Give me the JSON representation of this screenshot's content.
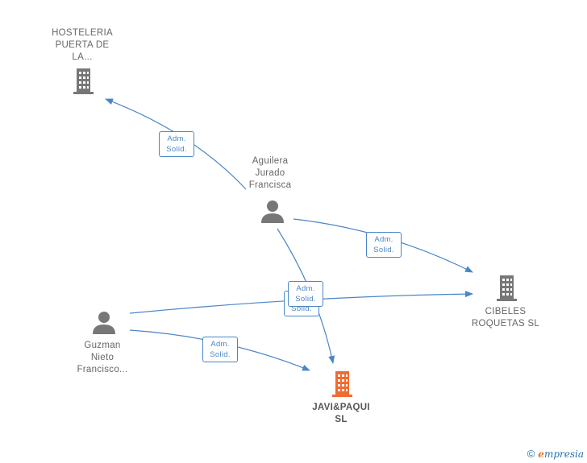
{
  "nodes": {
    "hosteleria": {
      "label_lines": [
        "HOSTELERIA",
        "PUERTA DE",
        "LA..."
      ],
      "kind": "company"
    },
    "aguilera": {
      "label_lines": [
        "Aguilera",
        "Jurado",
        "Francisca"
      ],
      "kind": "person"
    },
    "guzman": {
      "label_lines": [
        "Guzman",
        "Nieto",
        "Francisco..."
      ],
      "kind": "person"
    },
    "cibeles": {
      "label_lines": [
        "CIBELES",
        "ROQUETAS SL"
      ],
      "kind": "company"
    },
    "javipaqui": {
      "label_lines": [
        "JAVI&PAQUI",
        "SL"
      ],
      "kind": "company-main"
    }
  },
  "edge_label": [
    "Adm.",
    "Solid."
  ],
  "colors": {
    "edge": "#4a86c8",
    "company_icon": "#777777",
    "person_icon": "#777777",
    "main_company_icon": "#f26b2f",
    "brand_orange": "#e8762b",
    "brand_blue": "#2a6fb0"
  },
  "footer": {
    "copyright_symbol": "©",
    "brand_first": "e",
    "brand_rest": "mpresia"
  }
}
